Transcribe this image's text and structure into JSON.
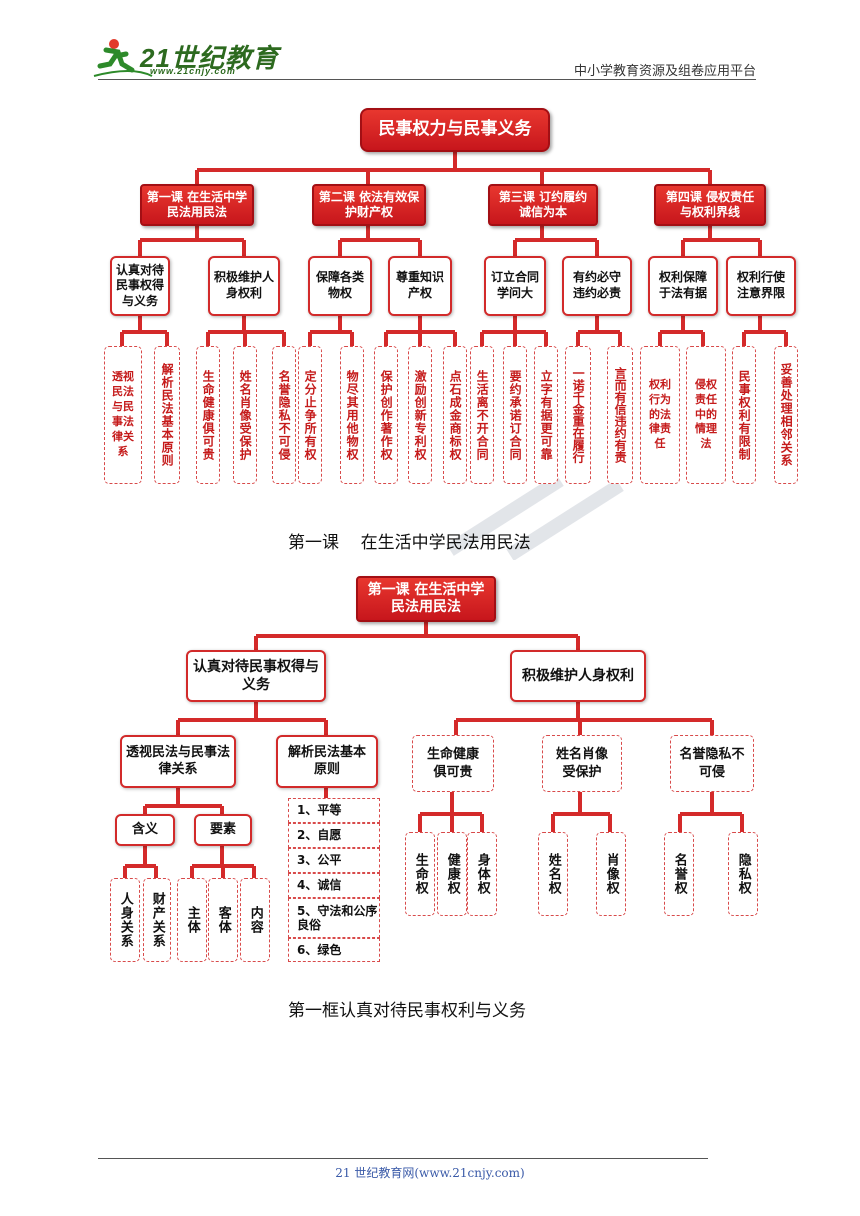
{
  "header": {
    "logo_text": "21世纪教育",
    "logo_url": "www.21cnjy.com",
    "right": "中小学教育资源及组卷应用平台"
  },
  "chart1": {
    "title": "民事权力与民事义务",
    "lessons": [
      {
        "label": "第一课 在生活中学民法用民法",
        "subs": [
          {
            "label": "认真对待民事权得与义务",
            "leaves": [
              "透视民法与民事法律关系",
              "解析民法基本原则"
            ]
          },
          {
            "label": "积极维护人身权利",
            "leaves": [
              "生命健康俱可贵",
              "姓名肖像受保护",
              "名誉隐私不可侵"
            ]
          }
        ]
      },
      {
        "label": "第二课 依法有效保护财产权",
        "subs": [
          {
            "label": "保障各类物权",
            "leaves": [
              "定分止争所有权",
              "物尽其用他物权"
            ]
          },
          {
            "label": "尊重知识产权",
            "leaves": [
              "保护创作著作权",
              "激励创新专利权",
              "点石成金商标权"
            ]
          }
        ]
      },
      {
        "label": "第三课 订约履约诚信为本",
        "subs": [
          {
            "label": "订立合同学问大",
            "leaves": [
              "生活离不开合同",
              "要约承诺订合同",
              "立字有据更可靠"
            ]
          },
          {
            "label": "有约必守违约必责",
            "leaves": [
              "一诺千金重在履行",
              "言而有信违约有责"
            ]
          }
        ]
      },
      {
        "label": "第四课 侵权责任与权利界线",
        "subs": [
          {
            "label": "权利保障于法有据",
            "leaves": [
              "权利行为的法律责任",
              "侵权责任中的情理法"
            ]
          },
          {
            "label": "权利行使注意界限",
            "leaves": [
              "民事权利有限制",
              "妥善处理相邻关系"
            ]
          }
        ]
      }
    ]
  },
  "caption1": "第一课    在生活中学民法用民法",
  "chart2": {
    "root": "第一课 在生活中学民法用民法",
    "left": {
      "label": "认真对待民事权得与义务",
      "sub1": {
        "label": "透视民法与民事法律关系",
        "hanyi": "含义",
        "yaosu": "要素",
        "hanyi_leaves": [
          "人身关系",
          "财产关系"
        ],
        "yaosu_leaves": [
          "主体",
          "客体",
          "内容"
        ]
      },
      "sub2": {
        "label": "解析民法基本原则",
        "items": [
          "1、平等",
          "2、自愿",
          "3、公平",
          "4、诚信",
          "5、守法和公序良俗",
          "6、绿色"
        ]
      }
    },
    "right": {
      "label": "积极维护人身权利",
      "subs": [
        {
          "label": "生命健康俱可贵",
          "leaves": [
            "生命权",
            "健康权",
            "身体权"
          ]
        },
        {
          "label": "姓名肖像受保护",
          "leaves": [
            "姓名权",
            "肖像权"
          ]
        },
        {
          "label": "名誉隐私不可侵",
          "leaves": [
            "名誉权",
            "隐私权"
          ]
        }
      ]
    }
  },
  "caption2": "第一框认真对待民事权利与义务",
  "footer": "21 世纪教育网(www.21cnjy.com)",
  "colors": {
    "red": "#d01c1f",
    "line": "#d42a2a"
  }
}
